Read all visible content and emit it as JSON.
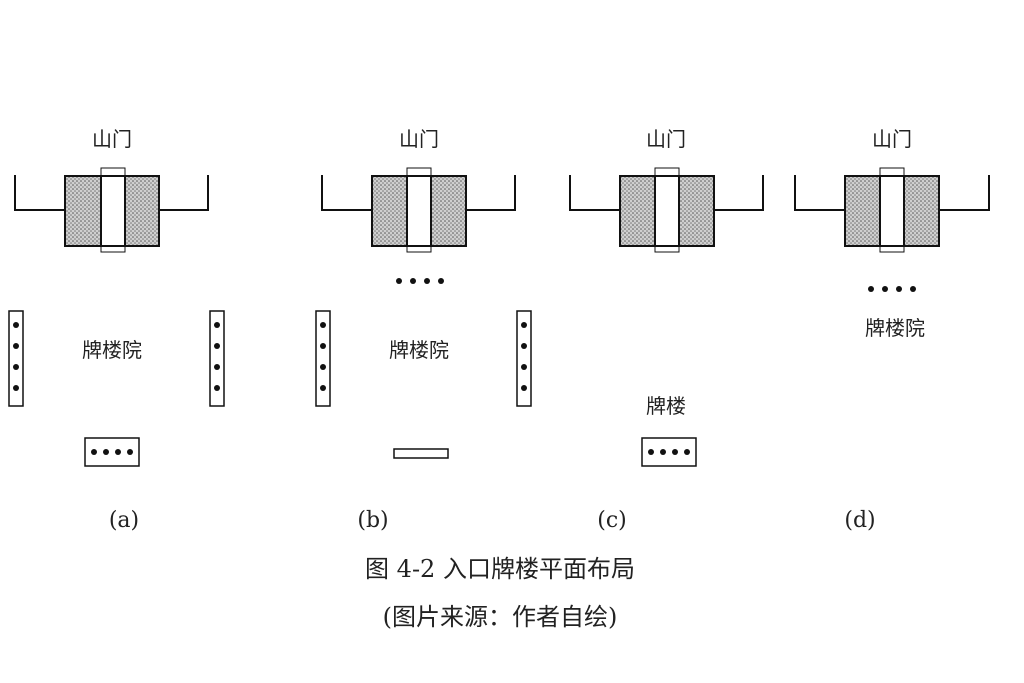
{
  "diagrams": [
    {
      "id": "a",
      "gate_label": "山门",
      "yard_label": "牌楼院",
      "sub_label": "(a)",
      "paifang_label": ""
    },
    {
      "id": "b",
      "gate_label": "山门",
      "yard_label": "牌楼院",
      "sub_label": "(b)",
      "paifang_label": ""
    },
    {
      "id": "c",
      "gate_label": "山门",
      "yard_label": "",
      "sub_label": "(c)",
      "paifang_label": "牌楼"
    },
    {
      "id": "d",
      "gate_label": "山门",
      "yard_label": "牌楼院",
      "sub_label": "(d)",
      "paifang_label": ""
    }
  ],
  "caption": {
    "title": "图 4-2 入口牌楼平面布局",
    "source": "(图片来源：作者自绘)"
  }
}
